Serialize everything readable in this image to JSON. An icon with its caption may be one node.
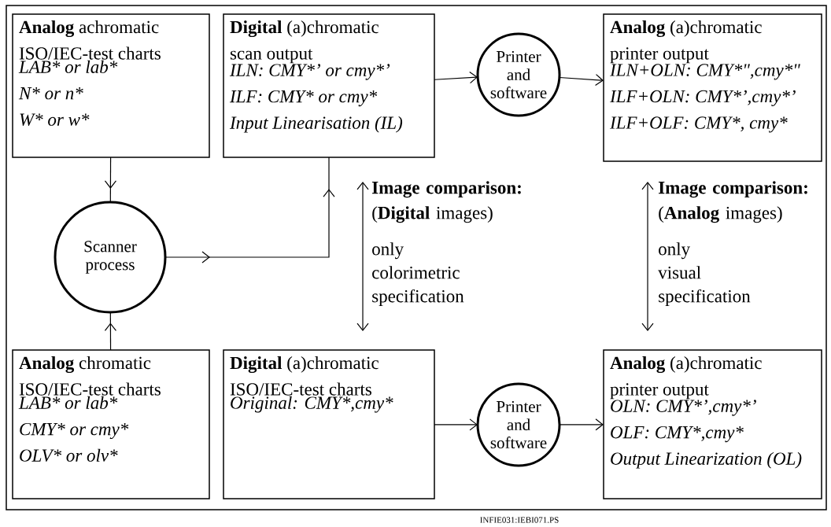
{
  "diagram": {
    "nodes": [
      {
        "text": [
          "**Analog** achromatic ISO/IEC-test charts",
          "LAB* or lab*",
          "N* or n*",
          "W* or w*"
        ]
      },
      {
        "text": [
          "**Digital** (a)chromatic scan output",
          "ILN: CMY*’ or cmy*’",
          "ILF: CMY* or cmy*",
          "Input Linearisation (IL)"
        ]
      },
      {
        "text": [
          "Printer and software"
        ]
      },
      {
        "text": [
          "**Analog** (a)chromatic printer output",
          "ILN+OLN: CMY*\",cmy*\"",
          "ILF+OLN: CMY*’,cmy*’",
          "ILF+OLF: CMY*, cmy*"
        ]
      },
      {
        "text": [
          "Scanner process"
        ]
      },
      {
        "text": [
          "**Analog** chromatic ISO/IEC-test charts",
          "LAB* or lab*",
          "CMY* or cmy*",
          "OLV* or olv*"
        ]
      },
      {
        "text": [
          "**Digital** (a)chromatic ISO/IEC-test charts",
          "Original: CMY*,cmy*"
        ]
      },
      {
        "text": [
          "Printer and software"
        ]
      },
      {
        "text": [
          "**Analog** (a)chromatic printer output",
          "OLN: CMY*’,cmy*’",
          "OLF: CMY*,cmy*",
          "Output Linearization (OL)"
        ]
      }
    ],
    "edges": [
      {
        "from": 0,
        "to": 4,
        "arrow": "to"
      },
      {
        "from": 5,
        "to": 4,
        "arrow": "to"
      },
      {
        "from": 4,
        "to": 1,
        "arrow": "to"
      },
      {
        "from": 1,
        "to": 2,
        "arrow": "to"
      },
      {
        "from": 2,
        "to": 3,
        "arrow": "to"
      },
      {
        "from": 6,
        "to": 7,
        "arrow": "to"
      },
      {
        "from": 7,
        "to": 8,
        "arrow": "to"
      }
    ],
    "labels": [
      "Image comparison:",
      "(**Digital** images)",
      "only colorimetric specification",
      "Image comparison:",
      "(**Analog** images)",
      "only visual specification",
      "INFIE031:IEBI071.PS"
    ]
  }
}
